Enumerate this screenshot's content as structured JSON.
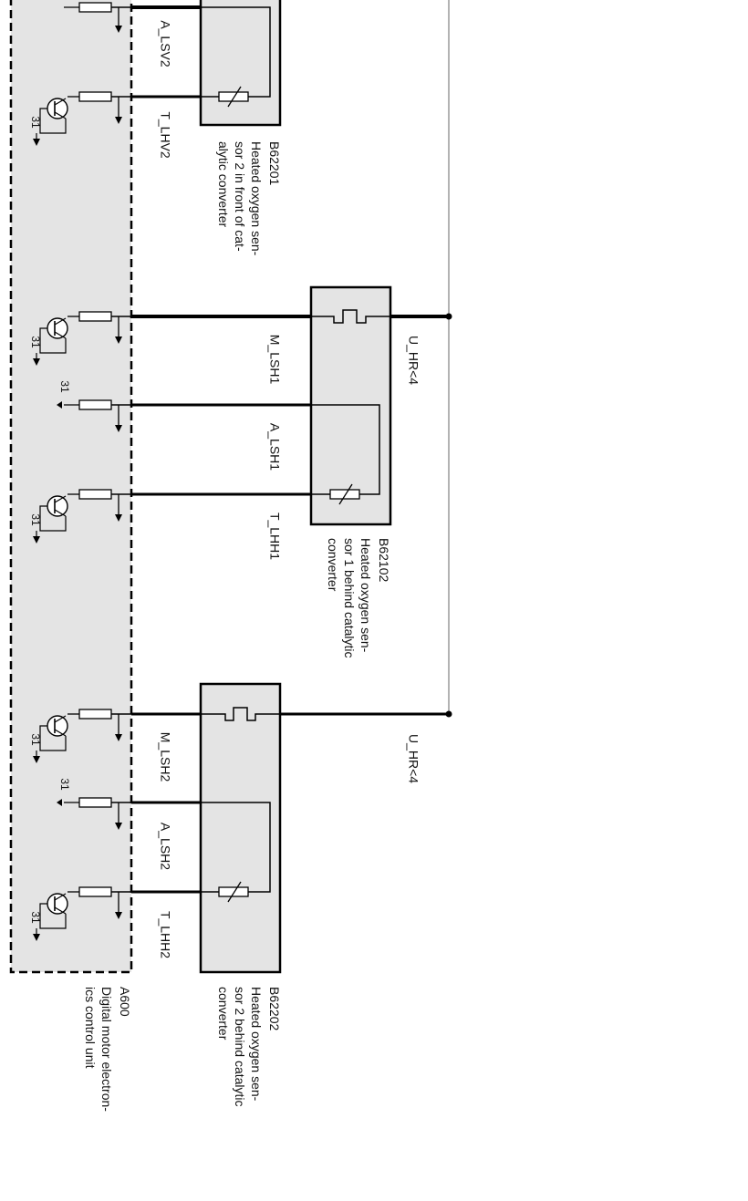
{
  "diagram": {
    "colors": {
      "box_fill": "#e4e4e4",
      "wire": "#000000",
      "supply_line": "#b3b3b3"
    },
    "ground_label": "31",
    "control_unit": {
      "id": "A600",
      "lines": [
        "Digital motor electron-",
        "ics control unit"
      ]
    },
    "sensors": [
      {
        "id": "B62201",
        "lines": [
          "Heated oxygen sen-",
          "sor 2 in front of cat-",
          "alytic converter"
        ]
      },
      {
        "id": "B62102",
        "lines": [
          "Heated oxygen sen-",
          "sor 1 behind catalytic",
          "converter"
        ]
      },
      {
        "id": "B62202",
        "lines": [
          "Heated oxygen sen-",
          "sor 2 behind catalytic",
          "converter"
        ]
      }
    ],
    "signals": {
      "a_lsv2": "A_LSV2",
      "t_lhv2": "T_LHV2",
      "m_lsh1": "M_LSH1",
      "a_lsh1": "A_LSH1",
      "t_lhh1": "T_LHH1",
      "m_lsh2": "M_LSH2",
      "a_lsh2": "A_LSH2",
      "t_lhh2": "T_LHH2"
    },
    "supply_labels": [
      "U_HR<4",
      "U_HR<4"
    ]
  }
}
